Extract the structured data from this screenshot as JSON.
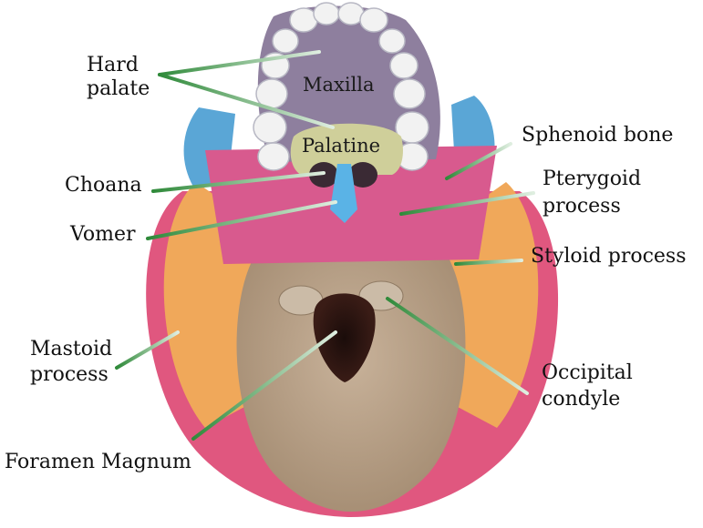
{
  "diagram": {
    "labels": {
      "hard_palate_1": "Hard",
      "hard_palate_2": "palate",
      "choana": "Choana",
      "vomer": "Vomer",
      "mastoid_1": "Mastoid",
      "mastoid_2": "process",
      "foramen_magnum": "Foramen Magnum",
      "sphenoid": "Sphenoid bone",
      "pterygoid_1": "Pterygoid",
      "pterygoid_2": "process",
      "styloid": "Styloid process",
      "occipital_1": "Occipital",
      "occipital_2": "condyle"
    },
    "inner_labels": {
      "maxilla": "Maxilla",
      "palatine": "Palatine"
    },
    "colors": {
      "occipital": "#b69f86",
      "temporal": "#f0a85a",
      "parietal": "#e0577f",
      "sphenoid": "#d85a8e",
      "maxilla": "#8e7f9e",
      "palatine": "#cfcf9a",
      "vomer": "#5ab3e6",
      "zygomatic": "#5aa6d6",
      "teeth": "#f2f2f2",
      "leader_line": "#2f8a3a"
    }
  }
}
